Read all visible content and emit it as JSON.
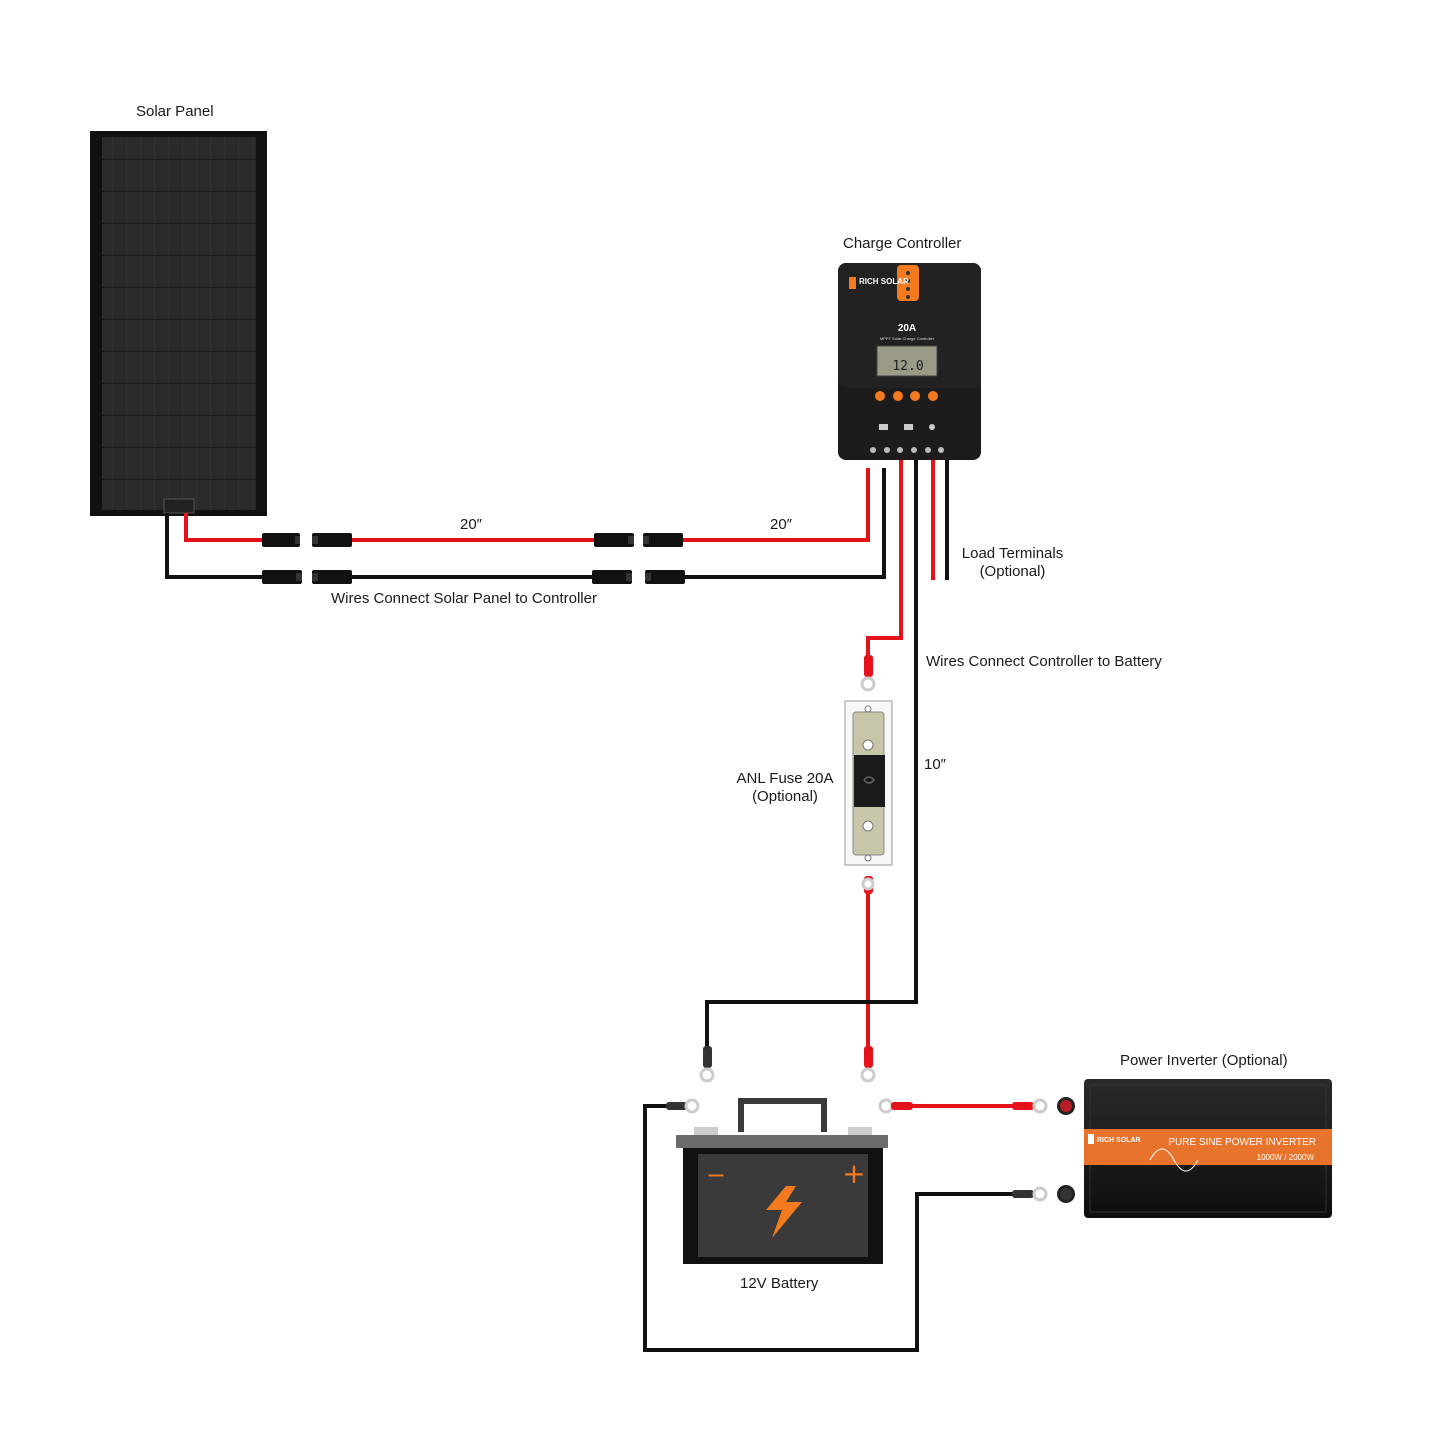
{
  "labels": {
    "solar_panel": "Solar Panel",
    "charge_controller": "Charge Controller",
    "wire_len_1": "20″",
    "wire_len_2": "20″",
    "load_terminals_line1": "Load Terminals",
    "load_terminals_line2": "(Optional)",
    "panel_to_controller": "Wires Connect Solar Panel to Controller",
    "controller_to_battery": "Wires Connect Controller to Battery",
    "fuse_line1": "ANL Fuse 20A",
    "fuse_line2": "(Optional)",
    "wire_len_3": "10″",
    "inverter": "Power Inverter (Optional)",
    "battery": "12V Battery"
  },
  "controller": {
    "brand": "RICH SOLAR",
    "rating": "20A",
    "subtitle": "MPPT Solar Charge Controller",
    "display_value": "12.0"
  },
  "inverter_unit": {
    "brand": "RICH SOLAR",
    "title": "PURE SINE POWER INVERTER",
    "rating": "1000W / 2000W"
  },
  "battery_unit": {
    "minus": "−",
    "plus": "+"
  },
  "colors": {
    "positive_wire": "#e3121b",
    "negative_wire": "#111111",
    "accent_orange": "#f47a20",
    "device_body": "#1c1c1c"
  }
}
